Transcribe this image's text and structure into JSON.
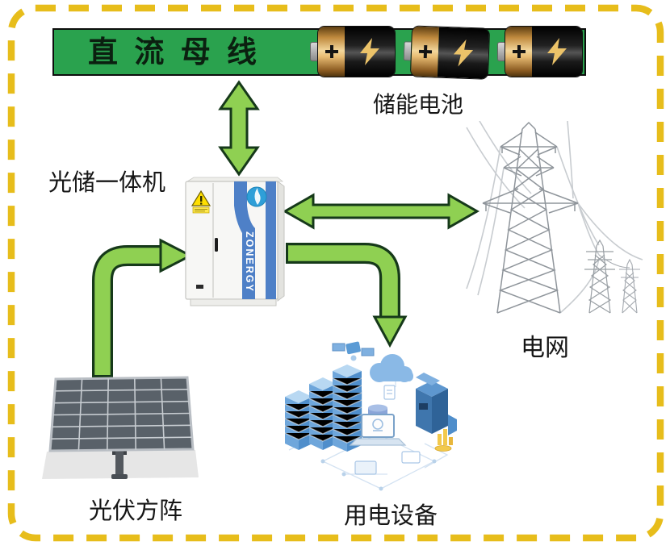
{
  "labels": {
    "dc_bus": "直流母线",
    "storage_battery": "储能电池",
    "inverter": "光储一体机",
    "grid": "电网",
    "pv_array": "光伏方阵",
    "loads": "用电设备"
  },
  "brand": {
    "name": "ZONERGY"
  },
  "battery": {
    "count": 3
  },
  "connections": [
    {
      "from": "dc_bus",
      "to": "inverter",
      "type": "bidirectional"
    },
    {
      "from": "inverter",
      "to": "grid",
      "type": "bidirectional"
    },
    {
      "from": "pv_array",
      "to": "inverter",
      "type": "one-way"
    },
    {
      "from": "inverter",
      "to": "loads",
      "type": "one-way"
    }
  ],
  "colors": {
    "background": "#ffffff",
    "border_yellow": "#e7bd1b",
    "bus_green": "#2aa24e",
    "arrow_fill": "#8fd052",
    "arrow_outline": "#16391a",
    "battery_gold": "#d9a659",
    "battery_body": "#111111",
    "cabinet_stripe_blue": "#4e80c7",
    "tower_gray": "#8f959b",
    "loads_blue": "#5b9bd5",
    "text": "#161616"
  },
  "icons": {
    "battery": "svg-battery-cylinder",
    "lightning": "svg-bolt-polygon",
    "plus_terminal": "svg-plus-cross",
    "warning": "svg-yellow-triangle",
    "logo": "svg-blue-globe",
    "arrow": "svg-green-block-arrow"
  }
}
